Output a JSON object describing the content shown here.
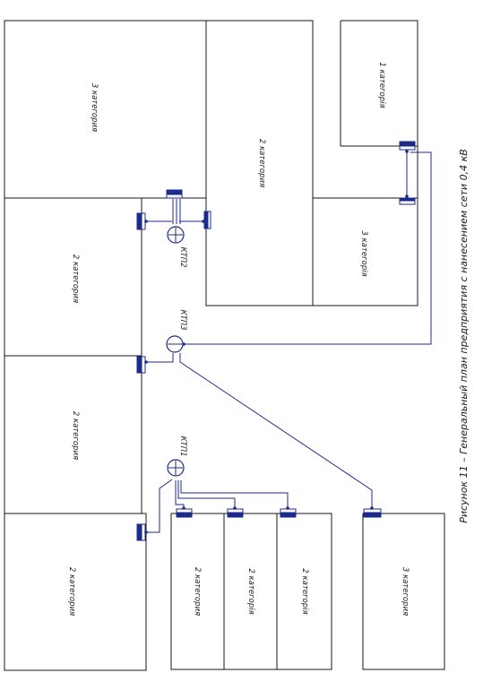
{
  "buildings": [
    {
      "id": "b1",
      "label": "3 категория"
    },
    {
      "id": "b2",
      "label": "2 категория"
    },
    {
      "id": "b3",
      "label": "1 категорія"
    },
    {
      "id": "b4",
      "label": "3 категорія"
    },
    {
      "id": "b5",
      "label": "2 категория"
    },
    {
      "id": "b6",
      "label": "2 категория"
    },
    {
      "id": "b7",
      "label": "2 категория"
    },
    {
      "id": "b8",
      "label": "2 категория"
    },
    {
      "id": "b9",
      "label": "2 категорія"
    },
    {
      "id": "b10",
      "label": "2 категорія"
    },
    {
      "id": "b11",
      "label": "3 категория"
    }
  ],
  "substations": [
    {
      "id": "ktp1",
      "label": "КТП1"
    },
    {
      "id": "ktp2",
      "label": "КТП2"
    },
    {
      "id": "ktp3",
      "label": "КТП3"
    }
  ],
  "caption": "Рисунок 11 – Генеральный план предприятия с нанесением сети 0,4 кВ",
  "colors": {
    "network": "#1c2a8c",
    "outline": "#1a1a1a"
  }
}
